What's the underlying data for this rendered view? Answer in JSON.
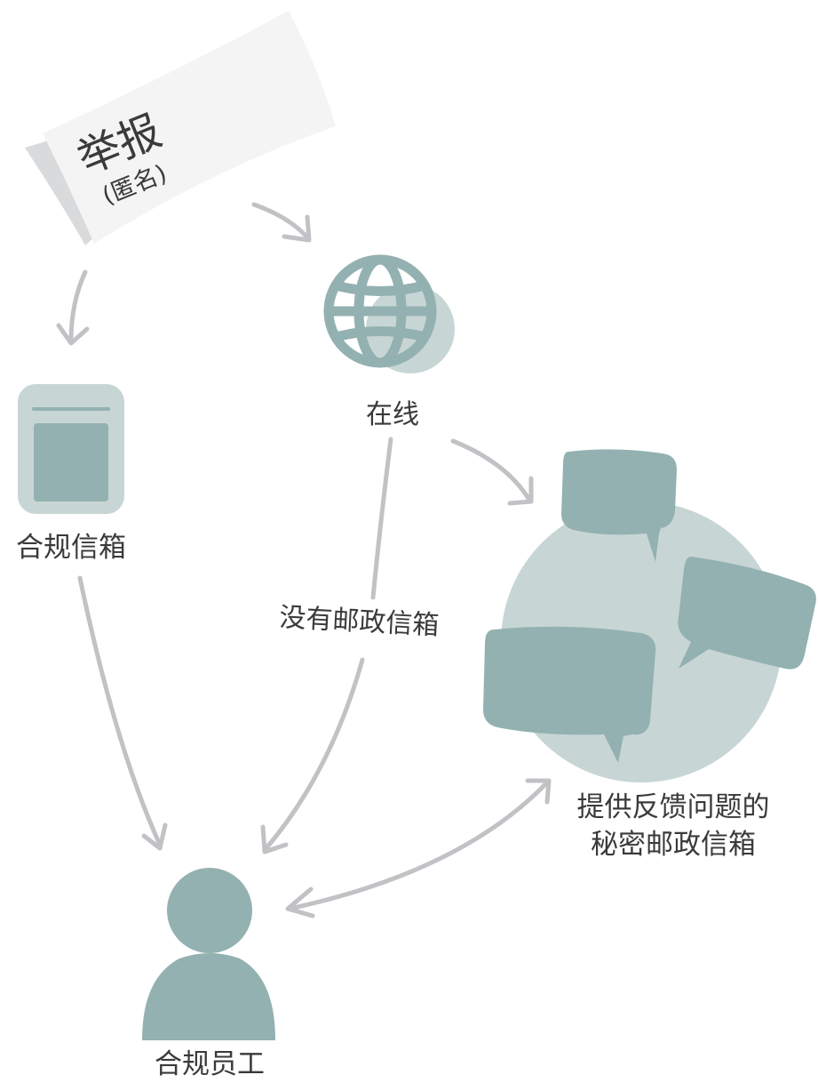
{
  "diagram": {
    "report_title": "举报",
    "report_subtitle": "(匿名)",
    "online_label": "在线",
    "compliance_mailbox_label": "合规信箱",
    "no_postal_label": "没有邮政信箱",
    "secret_mailbox_label_line1": "提供反馈问题的",
    "secret_mailbox_label_line2": "秘密邮政信箱",
    "compliance_staff_label": "合规员工"
  },
  "colors": {
    "teal_dark": "#93b1b0",
    "teal_light": "#c7d6d5",
    "arrow_gray": "#c2c2c6",
    "paper": "#f4f4f5",
    "paper_shadow": "#d9dadc",
    "text": "#3a3a3a"
  }
}
